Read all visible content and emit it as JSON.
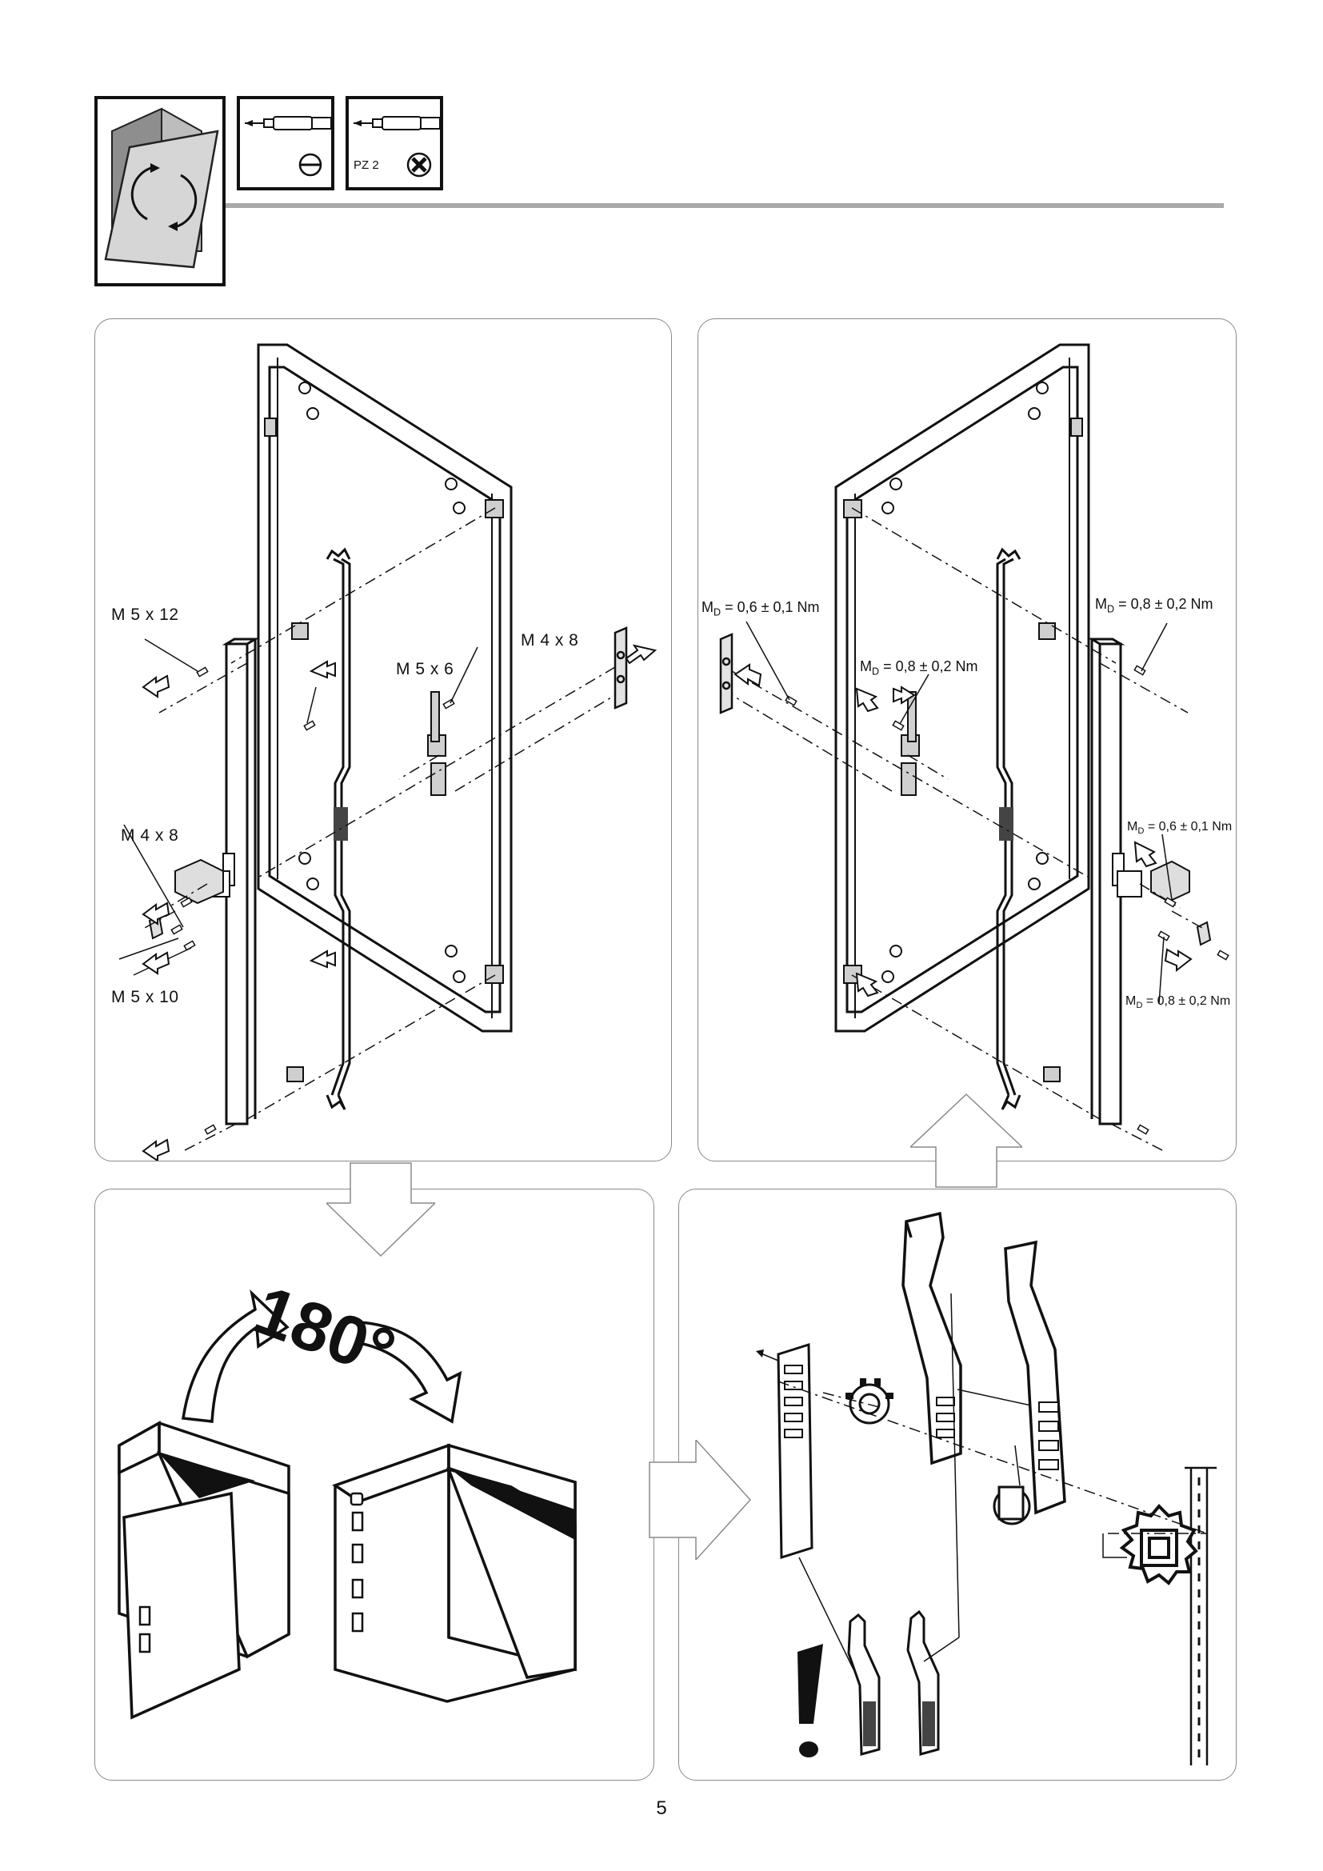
{
  "header": {
    "tool_flat_icon": "flat-screwdriver-icon",
    "tool_pozi_label": "PZ 2",
    "rotate_icon": "door-rotate-icon"
  },
  "panel1": {
    "labels": {
      "m5x12": "M 5 x 12",
      "m4x8_top": "M 4 x 8",
      "m5x6": "M 5 x 6",
      "m4x8_left": "M 4 x 8",
      "m5x10": "M 5 x 10"
    }
  },
  "panel2": {
    "labels": {
      "torque_left": "MD = 0,6 ± 0,1 Nm",
      "torque_right_top": "MD = 0,8 ± 0,2 Nm",
      "torque_center": "MD = 0,8 ± 0,2 Nm",
      "torque_right_mid": "MD = 0,6 ± 0,1 Nm",
      "torque_right_bottom": "MD = 0,8 ± 0,2 Nm"
    }
  },
  "panel3": {
    "rotation_text": "180°"
  },
  "panel4": {
    "warning_icon": "exclamation-icon"
  },
  "page_number": "5"
}
